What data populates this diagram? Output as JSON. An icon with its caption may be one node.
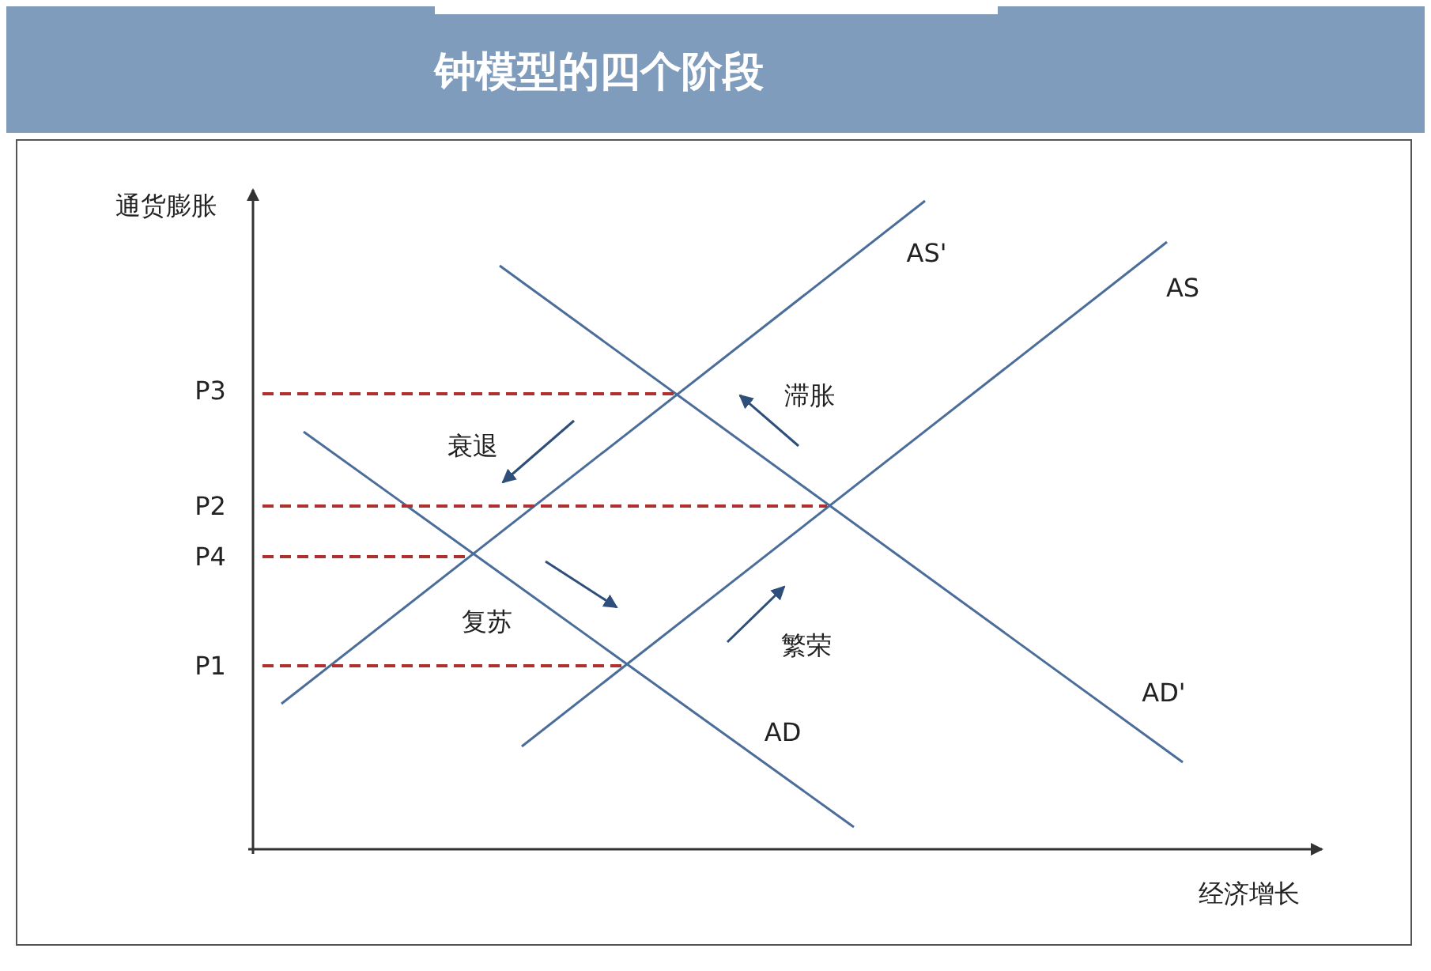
{
  "diagram": {
    "title": "钟模型的四个阶段",
    "labels": [
      "通货膨胀",
      "P3",
      "P2",
      "P4",
      "P1",
      "AS'",
      "AS",
      "滞胀",
      "衰退",
      "复苏",
      "繁荣",
      "AD",
      "AD'",
      "经济增长"
    ]
  }
}
